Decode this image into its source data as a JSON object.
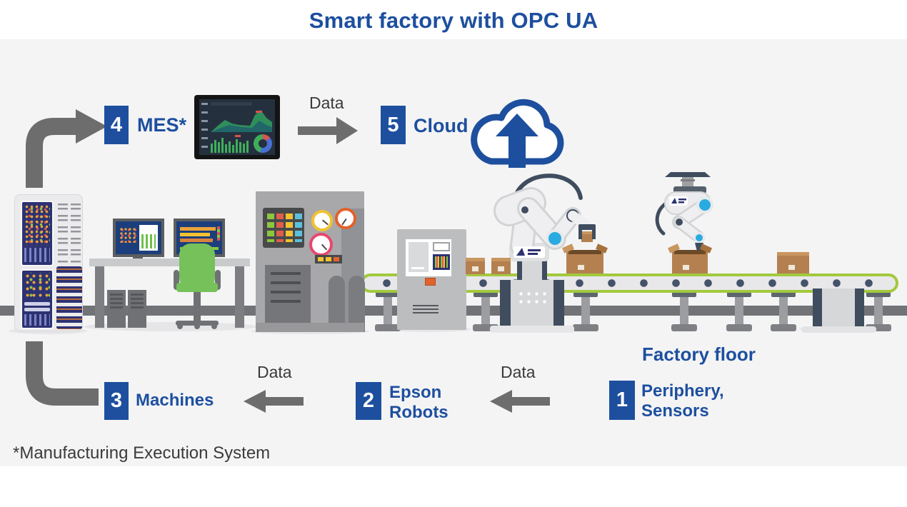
{
  "title": "Smart factory with OPC UA",
  "footnote": "*Manufacturing Execution System",
  "factory_floor_label": "Factory floor",
  "flow": {
    "data_top": "Data",
    "data_mid": "Data",
    "data_bottom": "Data"
  },
  "steps": [
    {
      "number": "1",
      "lines": [
        "Periphery,",
        "Sensors"
      ]
    },
    {
      "number": "2",
      "lines": [
        "Epson",
        "Robots"
      ]
    },
    {
      "number": "3",
      "lines": [
        "Machines"
      ]
    },
    {
      "number": "4",
      "lines": [
        "MES*"
      ]
    },
    {
      "number": "5",
      "lines": [
        "Cloud"
      ]
    }
  ],
  "colors": {
    "brand_blue": "#1d4f9e",
    "arrow_gray": "#6d6d6d",
    "conveyor_lime": "#a3c93d",
    "robot_joint_cyan": "#29abe2",
    "box_brown": "#b5804f",
    "background_gray": "#f4f4f5"
  },
  "icons": {
    "cloud": "cloud-upload-icon",
    "mes_monitor": "dashboard-screen",
    "robots": "robot-arm",
    "flow_arrows": "arrow"
  }
}
